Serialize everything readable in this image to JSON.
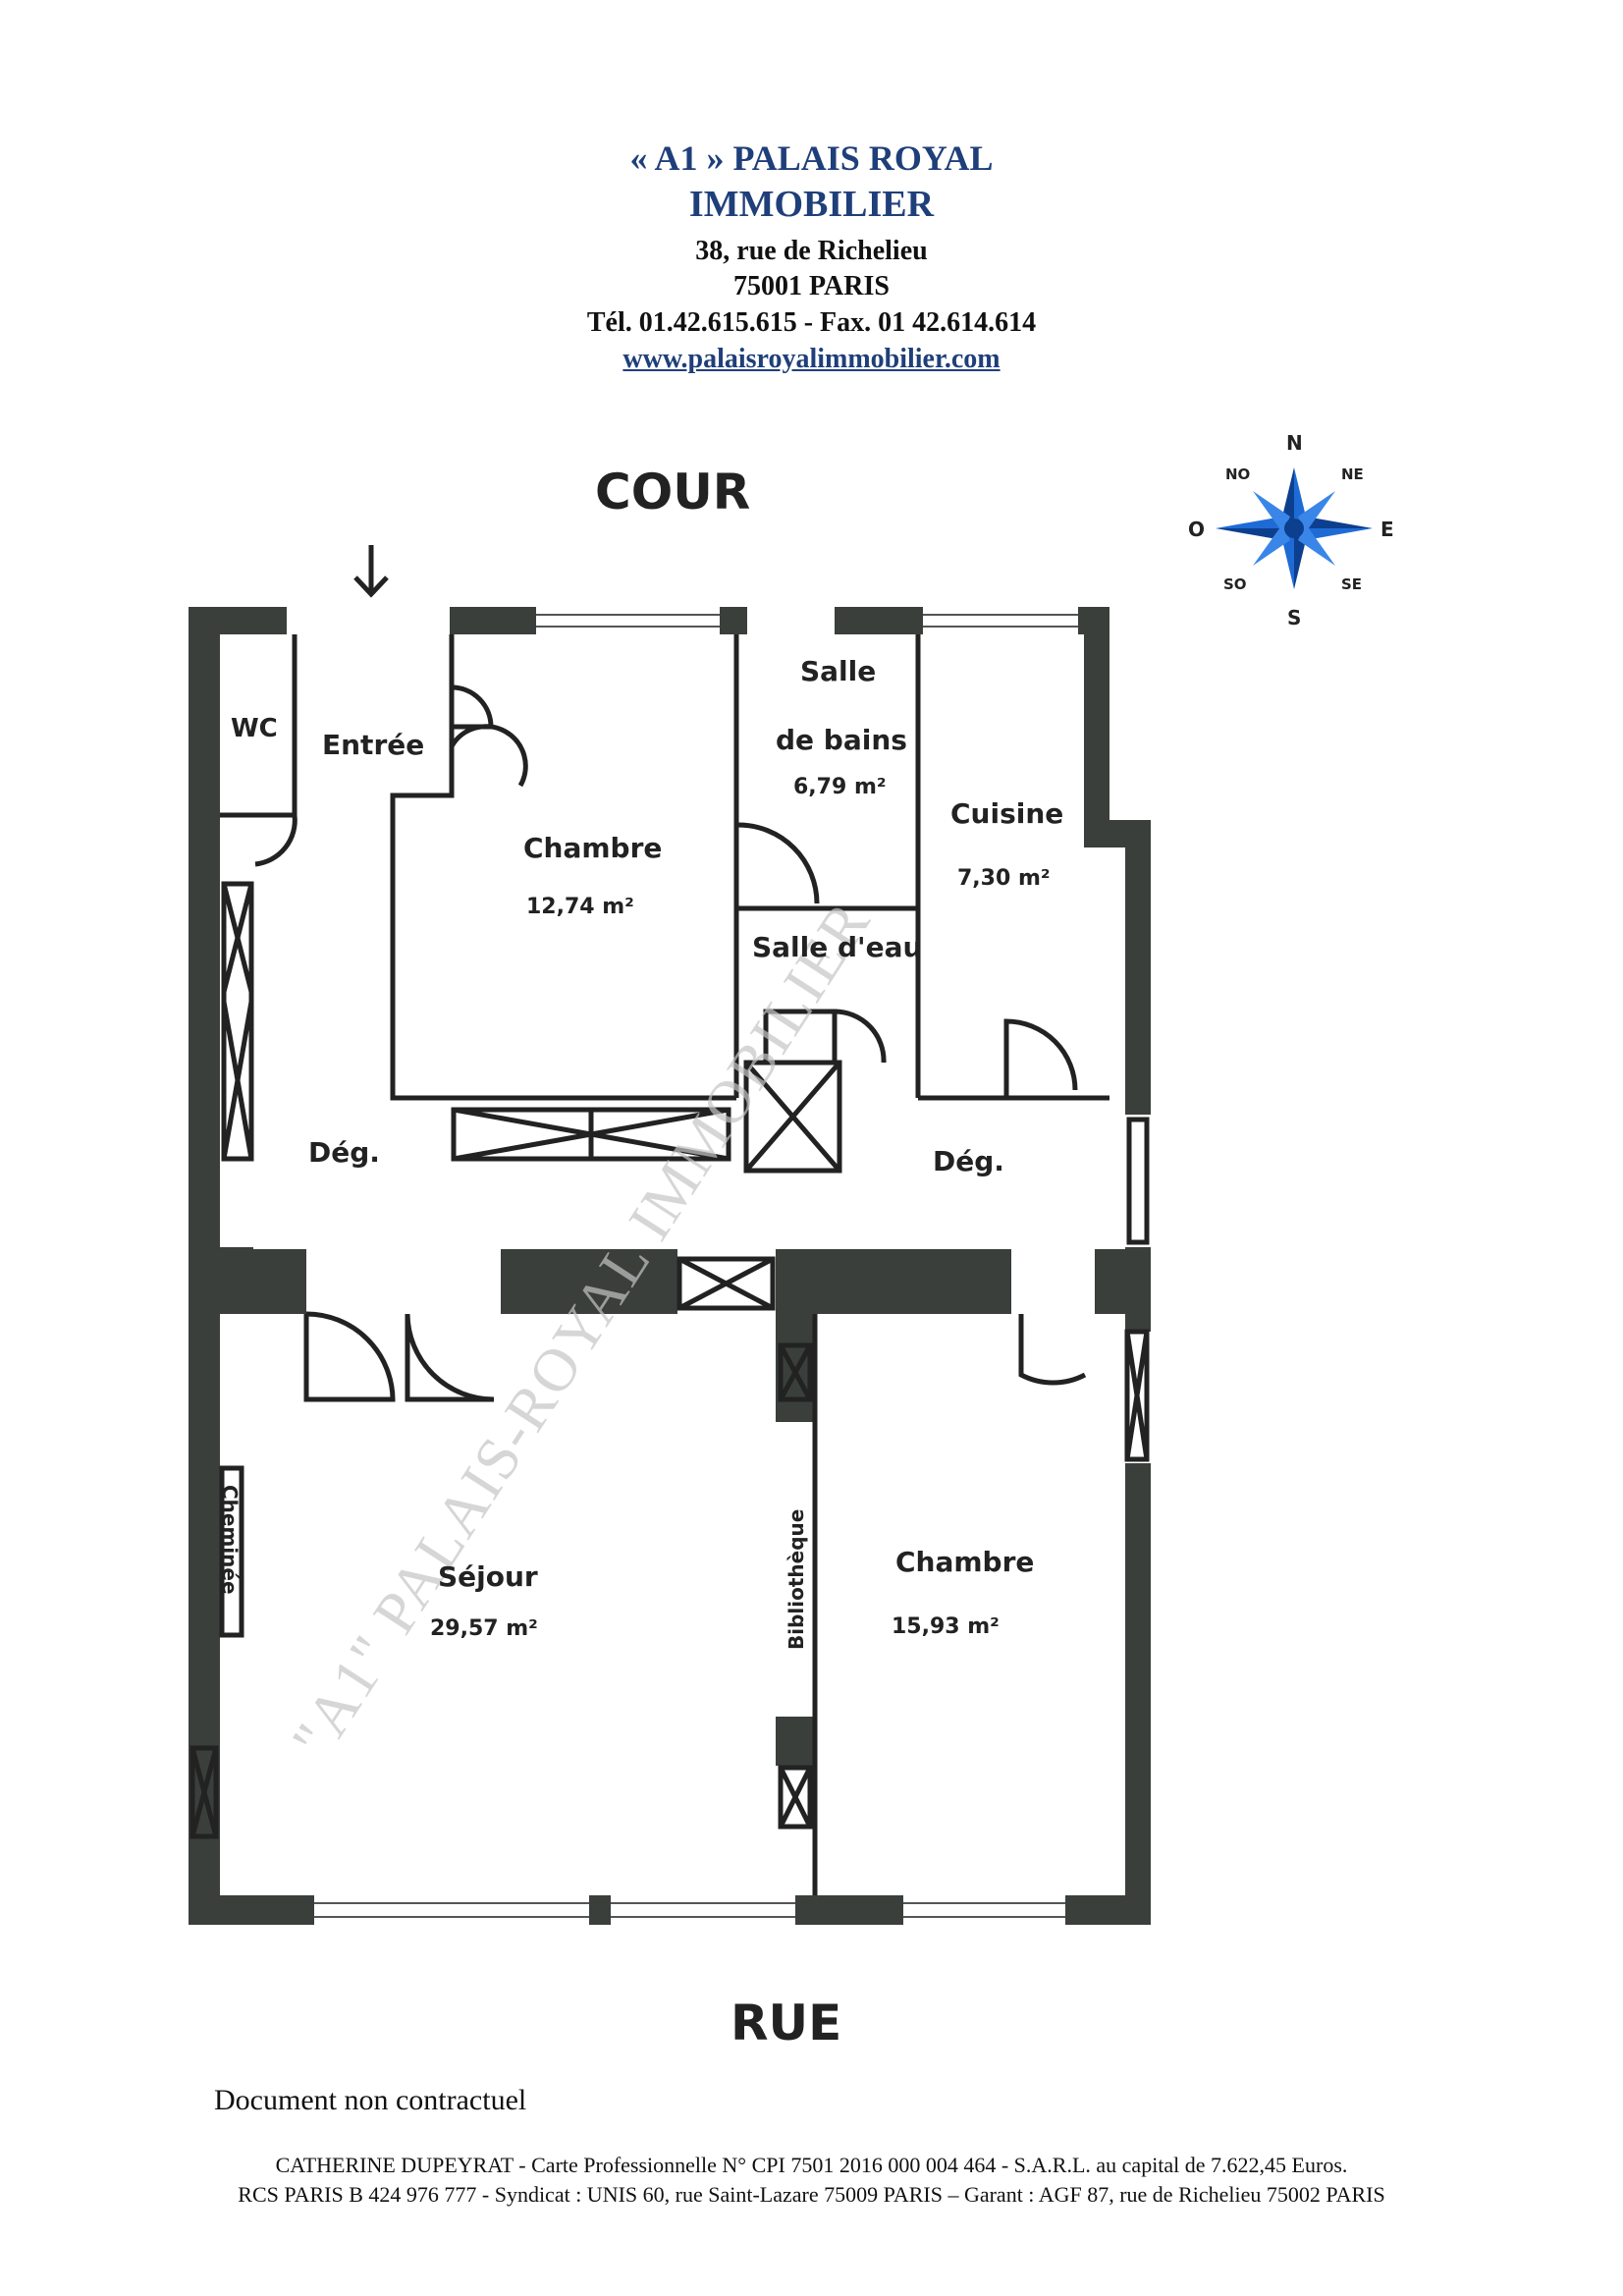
{
  "header": {
    "agency_line1": "« A1 » PALAIS ROYAL",
    "agency_line2": "IMMOBILIER",
    "street": "38, rue de Richelieu",
    "city": "75001  PARIS",
    "phone": "Tél. 01.42.615.615 - Fax. 01 42.614.614",
    "website": "www.palaisroyalimmobilier.com"
  },
  "plan": {
    "top_label": "COUR",
    "bottom_label": "RUE",
    "rooms": {
      "wc": "WC",
      "entree": "Entrée",
      "chambre1_name": "Chambre",
      "chambre1_area": "12,74 m²",
      "sdb_line1": "Salle",
      "sdb_line2": "de bains",
      "sdb_area": "6,79 m²",
      "salle_deau": "Salle d'eau",
      "cuisine_name": "Cuisine",
      "cuisine_area": "7,30 m²",
      "deg_left": "Dég.",
      "deg_right": "Dég.",
      "cheminee": "Cheminée",
      "sejour_name": "Séjour",
      "sejour_area": "29,57 m²",
      "bibliotheque": "Bibliothèque",
      "chambre2_name": "Chambre",
      "chambre2_area": "15,93 m²"
    },
    "compass": {
      "n": "N",
      "ne": "NE",
      "e": "E",
      "se": "SE",
      "s": "S",
      "so": "SO",
      "o": "O",
      "no": "NO"
    },
    "watermark": "\"A1\" PALAIS-ROYAL IMMOBILIER",
    "wall_color": "#3a3f3c",
    "compass_color": "#1e6bd6"
  },
  "footer": {
    "disclaimer": "Document non contractuel",
    "legal_line1": "CATHERINE DUPEYRAT - Carte Professionnelle N° CPI 7501 2016 000 004 464 - S.A.R.L. au capital de 7.622,45 Euros.",
    "legal_line2": "RCS PARIS B 424 976 777 - Syndicat : UNIS  60, rue Saint-Lazare 75009  PARIS – Garant : AGF 87, rue de Richelieu 75002 PARIS"
  }
}
